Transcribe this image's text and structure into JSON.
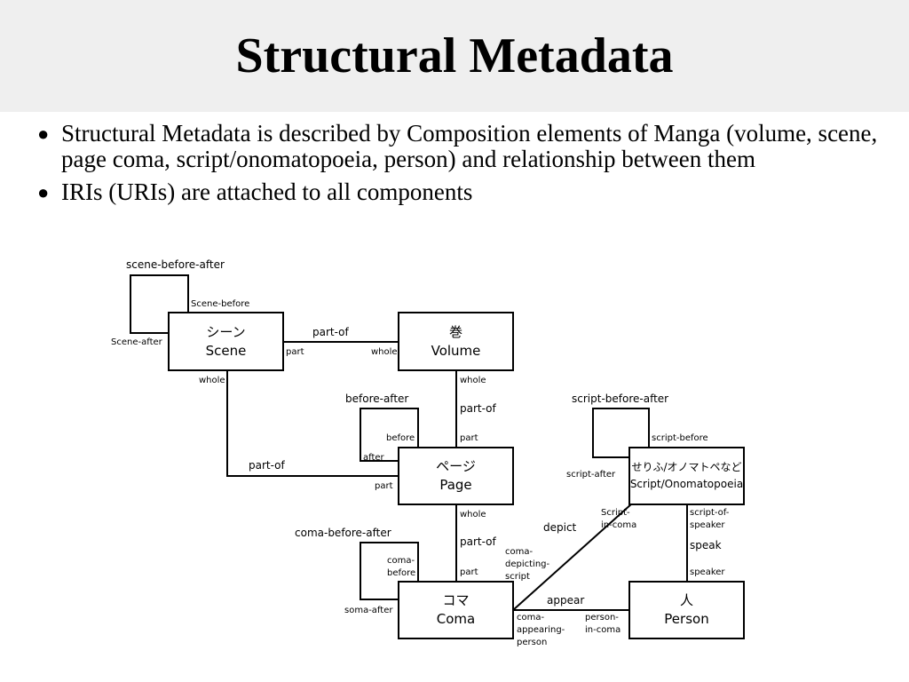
{
  "title": "Structural Metadata",
  "bullets": [
    "Structural Metadata is described by Composition elements of Manga (volume, scene, page coma, script/onomatopoeia, person) and relationship between them",
    "IRIs (URIs) are attached to all components"
  ],
  "diagram": {
    "nodes": {
      "scene": {
        "jp": "シーン",
        "en": "Scene"
      },
      "volume": {
        "jp": "巻",
        "en": "Volume"
      },
      "page": {
        "jp": "ページ",
        "en": "Page"
      },
      "coma": {
        "jp": "コマ",
        "en": "Coma"
      },
      "script": {
        "jp": "せりふ/オノマトペなど",
        "en": "Script/Onomatopoeia"
      },
      "person": {
        "jp": "人",
        "en": "Person"
      }
    },
    "labels": {
      "scene_before_after": "scene-before-after",
      "scene_before": "Scene-before",
      "scene_after": "Scene-after",
      "scene_volume_partof": "part-of",
      "scene_volume_part": "part",
      "scene_volume_whole": "whole",
      "scene_whole": "whole",
      "scene_page_partof": "part-of",
      "scene_page_part": "part",
      "volume_whole": "whole",
      "volume_page_partof": "part-of",
      "volume_page_part": "part",
      "before_after": "before-after",
      "page_before": "before",
      "page_after": "after",
      "page_whole": "whole",
      "page_coma_partof": "part-of",
      "page_coma_part": "part",
      "coma_before_after": "coma-before-after",
      "coma_before_1": "coma-",
      "coma_before_2": "before",
      "soma_after": "soma-after",
      "script_before_after": "script-before-after",
      "script_before": "script-before",
      "script_after": "script-after",
      "depict": "depict",
      "script_in_coma_1": "Script-",
      "script_in_coma_2": "in-coma",
      "coma_depicting_1": "coma-",
      "coma_depicting_2": "depicting-",
      "coma_depicting_3": "script",
      "script_of_speaker_1": "script-of-",
      "script_of_speaker_2": "speaker",
      "speak": "speak",
      "speaker": "speaker",
      "appear": "appear",
      "coma_appearing_1": "coma-",
      "coma_appearing_2": "appearing-",
      "coma_appearing_3": "person",
      "person_in_coma_1": "person-",
      "person_in_coma_2": "in-coma"
    }
  }
}
